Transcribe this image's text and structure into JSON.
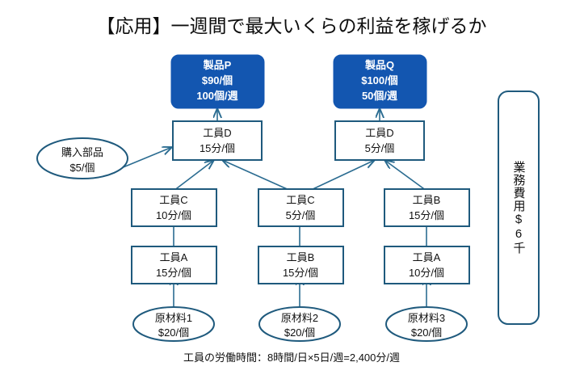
{
  "title": "【応用】一週間で最大いくらの利益を稼げるか",
  "caption": "工員の労働時間：8時間/日×5日/週=2,400分/週",
  "colors": {
    "product_fill": "#1356b0",
    "node_stroke": "#1f5a7d",
    "connector": "#2b6c91",
    "text_dark": "#111111",
    "text_on_blue": "#ffffff",
    "background": "#ffffff"
  },
  "products": [
    {
      "id": "product-p",
      "name": "製品P",
      "price": "$90/個",
      "volume": "100個/週"
    },
    {
      "id": "product-q",
      "name": "製品Q",
      "price": "$100/個",
      "volume": "50個/週"
    }
  ],
  "workers": [
    {
      "id": "worker-d-left",
      "name": "工員D",
      "rate": "15分/個"
    },
    {
      "id": "worker-d-right",
      "name": "工員D",
      "rate": "5分/個"
    },
    {
      "id": "worker-c-left",
      "name": "工員C",
      "rate": "10分/個"
    },
    {
      "id": "worker-c-middle",
      "name": "工員C",
      "rate": "5分/個"
    },
    {
      "id": "worker-b-right",
      "name": "工員B",
      "rate": "15分/個"
    },
    {
      "id": "worker-a-left",
      "name": "工員A",
      "rate": "15分/個"
    },
    {
      "id": "worker-b-middle",
      "name": "工員B",
      "rate": "15分/個"
    },
    {
      "id": "worker-a-right",
      "name": "工員A",
      "rate": "10分/個"
    }
  ],
  "materials": [
    {
      "id": "material-1",
      "name": "原材料1",
      "price": "$20/個"
    },
    {
      "id": "material-2",
      "name": "原材料2",
      "price": "$20/個"
    },
    {
      "id": "material-3",
      "name": "原材料3",
      "price": "$20/個"
    }
  ],
  "purchased_part": {
    "id": "purchased-part",
    "name": "購入部品",
    "price": "$5/個"
  },
  "operating_cost": {
    "id": "operating-cost",
    "text": "業務費用$6千"
  }
}
